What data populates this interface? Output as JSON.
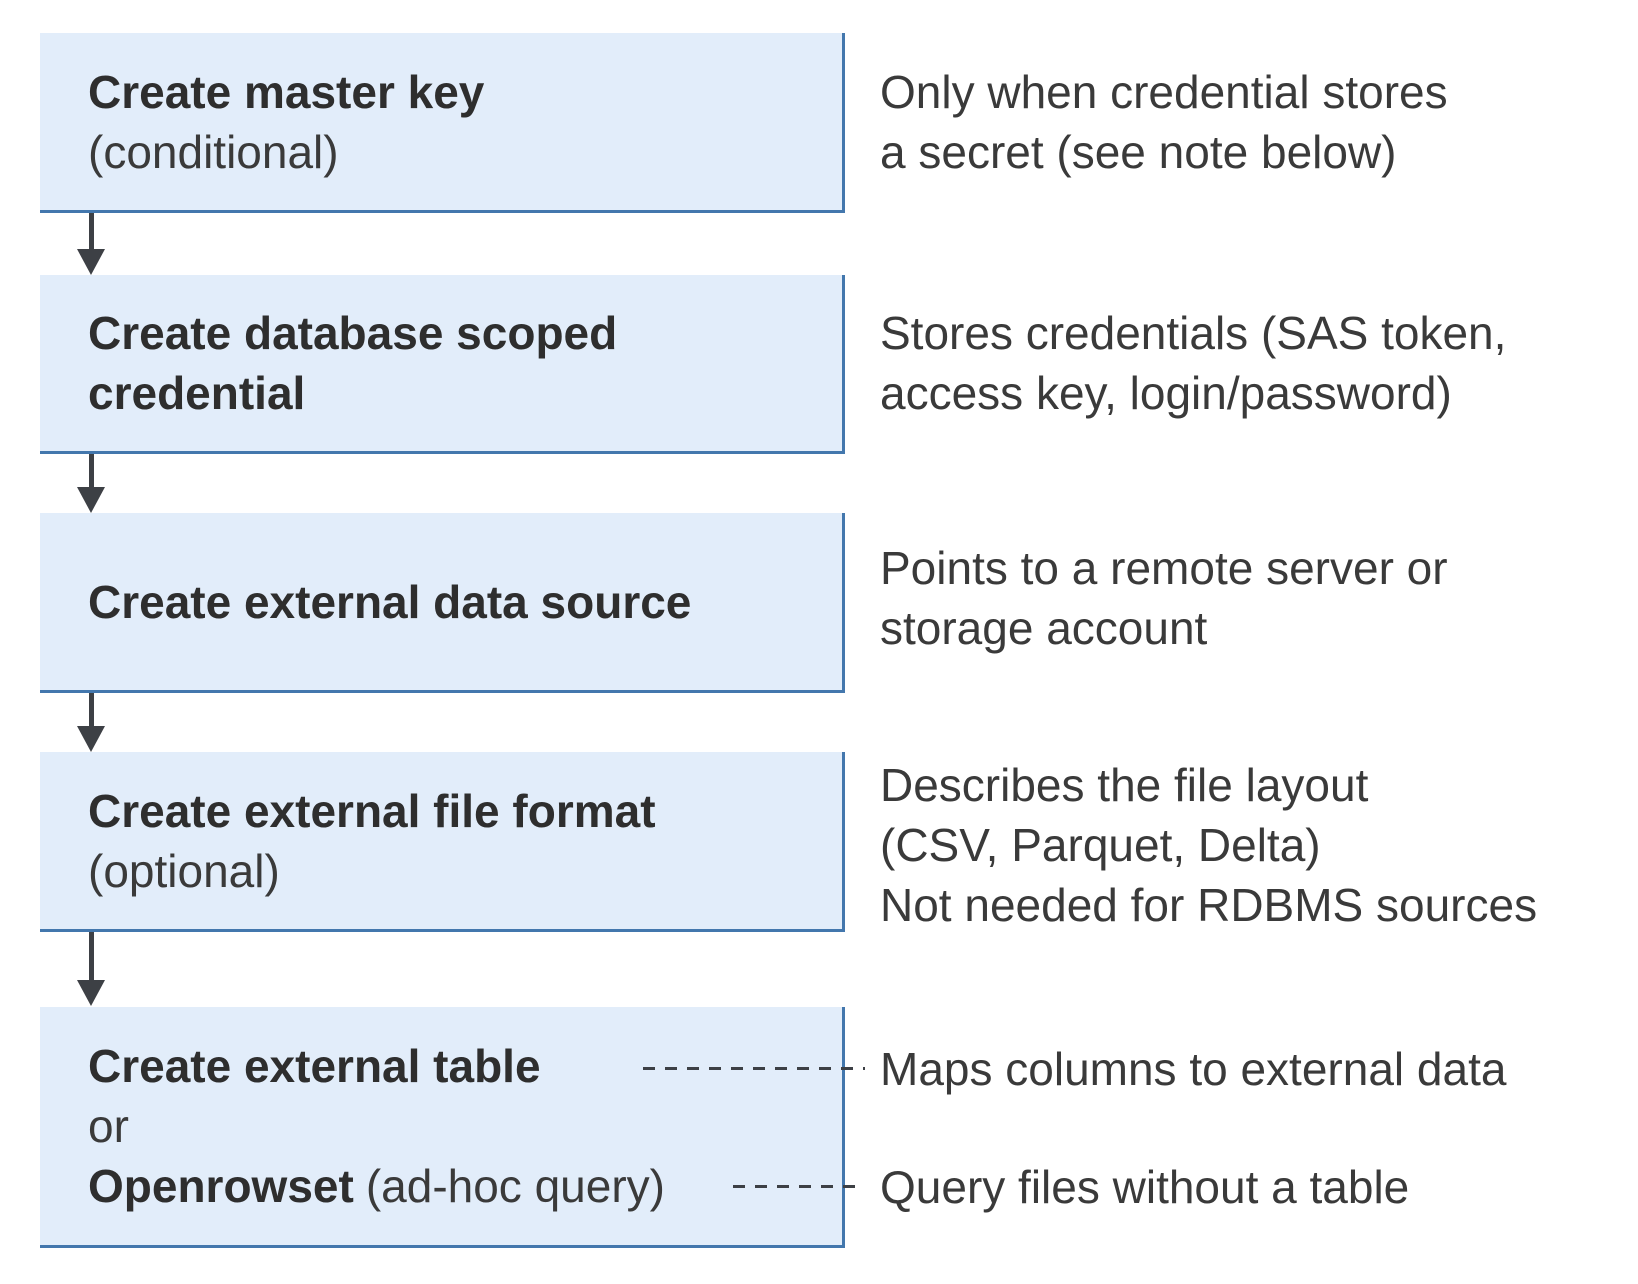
{
  "colors": {
    "box-fill": "#e2edfa",
    "box-border": "#4377ad",
    "arrow": "#3d4045",
    "dash": "#3d4045",
    "text": "#333333"
  },
  "boxes": [
    {
      "title": "Create master key",
      "subtitle": "(conditional)"
    },
    {
      "title_line1": "Create database scoped",
      "title_line2": "credential"
    },
    {
      "title": "Create external data source"
    },
    {
      "title": "Create external file format",
      "subtitle": "(optional)"
    },
    {
      "title": "Create external table",
      "or_label": "or",
      "alt_title": "Openrowset",
      "alt_suffix": "(ad-hoc query)"
    }
  ],
  "annotations": [
    {
      "lines": [
        "Only when credential stores",
        "a secret (see note below)"
      ]
    },
    {
      "lines": [
        "Stores credentials (SAS token,",
        "access key, login/password)"
      ]
    },
    {
      "lines": [
        "Points to a remote server or",
        "storage account"
      ]
    },
    {
      "lines": [
        "Describes the file layout",
        "(CSV, Parquet, Delta)",
        "Not needed for RDBMS sources"
      ]
    },
    {
      "lines": [
        "Maps columns to external data"
      ]
    },
    {
      "lines": [
        "Query files without a table"
      ]
    }
  ]
}
